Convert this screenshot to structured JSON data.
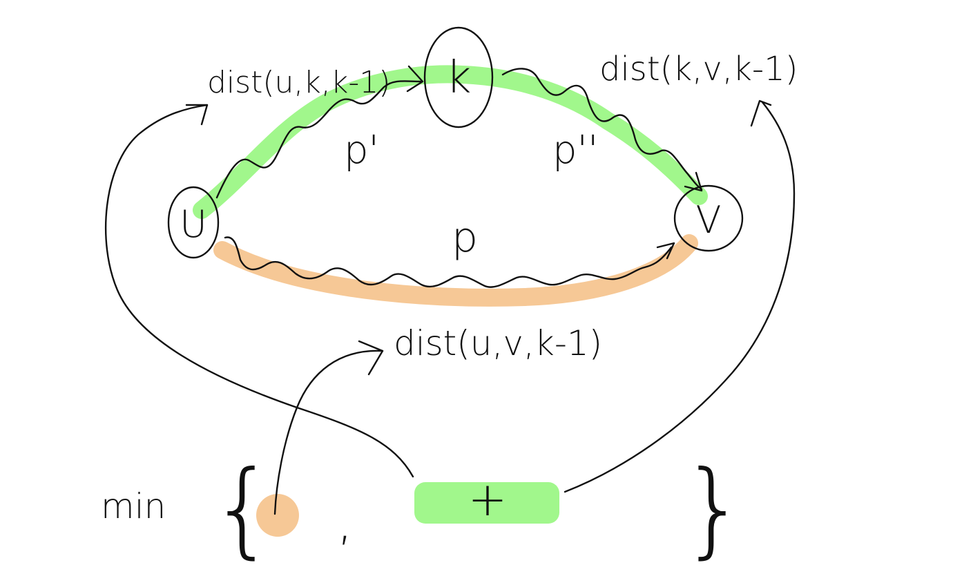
{
  "nodes": {
    "u": "U",
    "k": "k",
    "v": "V"
  },
  "labels": {
    "dist_u_k": "dist(u,k,k-1)",
    "dist_k_v": "dist(k,v,k-1)",
    "dist_u_v": "dist(u,v,k-1)",
    "p_prime": "p'",
    "p_double_prime": "p''",
    "p": "p"
  },
  "formula": {
    "min": "min",
    "open_brace": "{",
    "comma": ",",
    "plus": "+",
    "close_brace": "}"
  },
  "colors": {
    "green_highlight": "#a1f78c",
    "orange_highlight": "#f6c896",
    "ink": "#111111"
  }
}
